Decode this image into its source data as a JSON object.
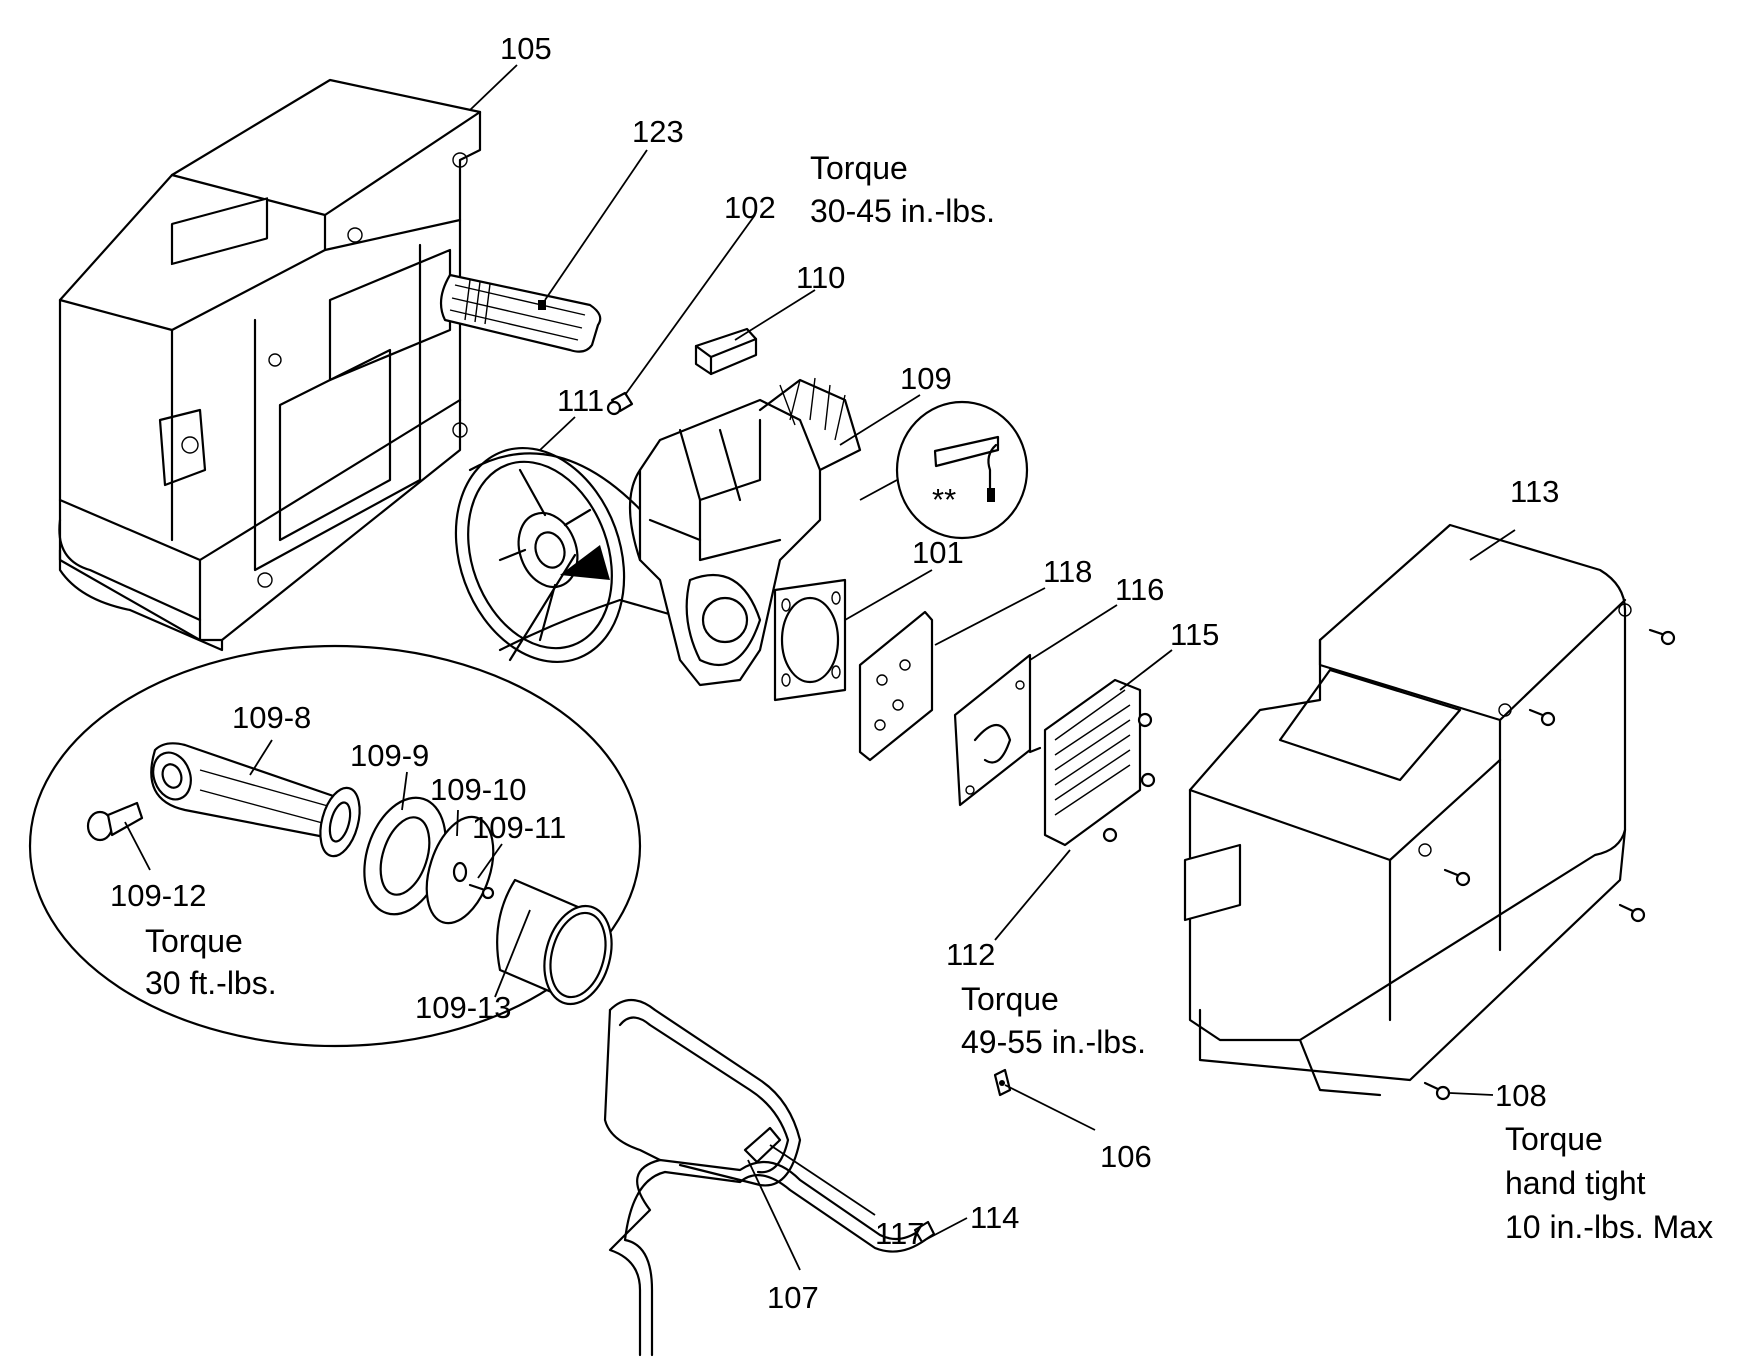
{
  "diagram": {
    "type": "exploded-parts-diagram",
    "subject": "air compressor pump and shroud assembly",
    "callouts": [
      {
        "id": "105",
        "label": "105"
      },
      {
        "id": "123",
        "label": "123"
      },
      {
        "id": "102",
        "label": "102"
      },
      {
        "id": "110",
        "label": "110"
      },
      {
        "id": "111",
        "label": "111"
      },
      {
        "id": "109",
        "label": "109"
      },
      {
        "id": "101",
        "label": "101"
      },
      {
        "id": "118",
        "label": "118"
      },
      {
        "id": "116",
        "label": "116"
      },
      {
        "id": "115",
        "label": "115"
      },
      {
        "id": "113",
        "label": "113"
      },
      {
        "id": "112",
        "label": "112"
      },
      {
        "id": "106",
        "label": "106"
      },
      {
        "id": "108",
        "label": "108"
      },
      {
        "id": "114",
        "label": "114"
      },
      {
        "id": "117",
        "label": "117"
      },
      {
        "id": "107",
        "label": "107"
      },
      {
        "id": "109-8",
        "label": "109-8"
      },
      {
        "id": "109-9",
        "label": "109-9"
      },
      {
        "id": "109-10",
        "label": "109-10"
      },
      {
        "id": "109-11",
        "label": "109-11"
      },
      {
        "id": "109-12",
        "label": "109-12"
      },
      {
        "id": "109-13",
        "label": "109-13"
      }
    ],
    "torque_notes": {
      "top": {
        "line1": "Torque",
        "line2": "30-45 in.-lbs."
      },
      "detail": {
        "line1": "Torque",
        "line2": "30 ft.-lbs."
      },
      "head": {
        "line1": "Torque",
        "line2": "49-55 in.-lbs."
      },
      "shroud": {
        "line1": "Torque",
        "line2": "hand tight",
        "line3": "10 in.-lbs. Max"
      }
    },
    "inset_marker": "**"
  }
}
